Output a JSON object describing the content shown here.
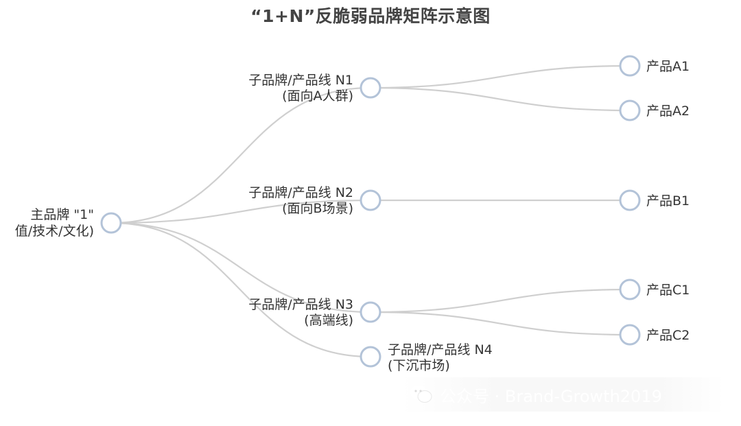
{
  "title": "“1+N”反脆弱品牌矩阵示意图",
  "root": {
    "lines": [
      "主品牌 \"1\"",
      "值/技术/文化)"
    ]
  },
  "branches": [
    {
      "id": "n1",
      "lines": [
        "子品牌/产品线 N1",
        "(面向A人群)"
      ],
      "children": [
        {
          "id": "a1",
          "label": "产品A1"
        },
        {
          "id": "a2",
          "label": "产品A2"
        }
      ]
    },
    {
      "id": "n2",
      "lines": [
        "子品牌/产品线 N2",
        "(面向B场景)"
      ],
      "children": [
        {
          "id": "b1",
          "label": "产品B1"
        }
      ]
    },
    {
      "id": "n3",
      "lines": [
        "子品牌/产品线 N3",
        "(高端线)"
      ],
      "children": [
        {
          "id": "c1",
          "label": "产品C1"
        },
        {
          "id": "c2",
          "label": "产品C2"
        }
      ]
    },
    {
      "id": "n4",
      "lines": [
        "子品牌/产品线 N4",
        "(下沉市场)"
      ],
      "children": []
    }
  ],
  "watermark": {
    "text": "公众号 · Brand-Growth2019",
    "icon": "wechat-icon"
  },
  "colors": {
    "edge": "#cfcfcf",
    "node_stroke": "#b3c3d8",
    "text": "#333333",
    "title": "#444444"
  }
}
